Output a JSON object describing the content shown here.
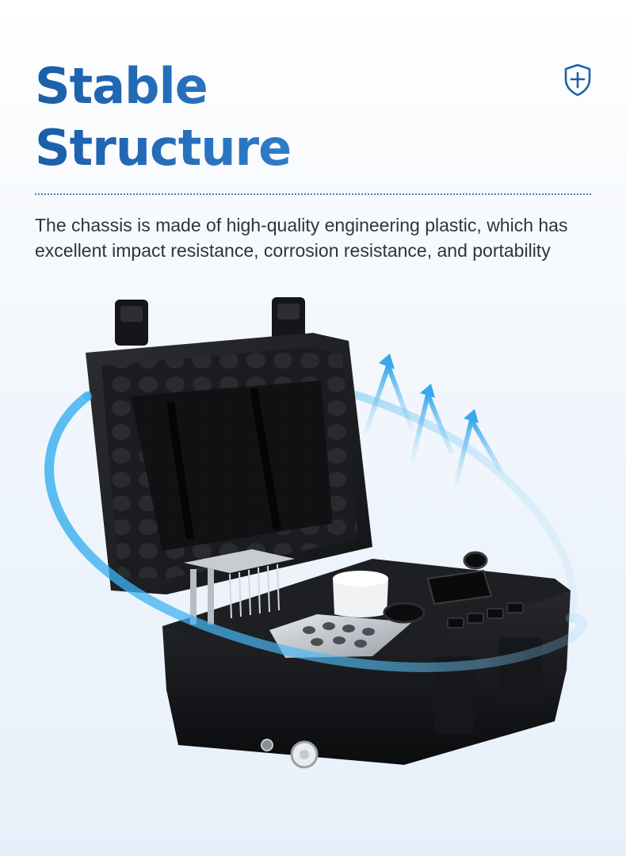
{
  "heading": {
    "line1": "Stable",
    "line2": "Structure"
  },
  "description": "The chassis is made of high-quality engineering plastic, which has excellent impact resistance, corrosion resistance, and portability",
  "colors": {
    "heading_blue": "#1d62ad",
    "ring_blue": "#33aef0",
    "case_black": "#111214",
    "text_dark": "#2f343b"
  },
  "icons": {
    "badge": "shield-plus-icon",
    "arrows": "upward-arrow-icon"
  }
}
